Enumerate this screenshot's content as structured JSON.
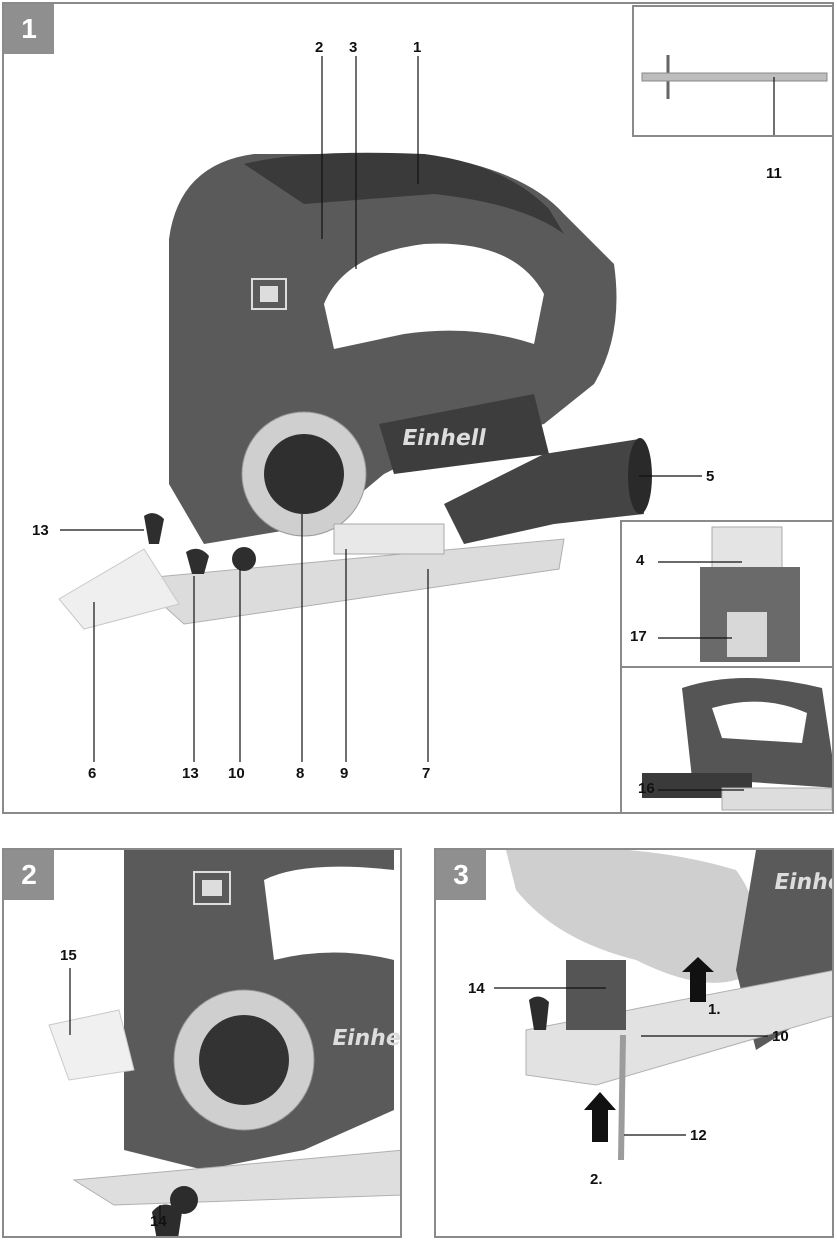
{
  "figure1": {
    "number": "1",
    "labels": {
      "l1": "1",
      "l2": "2",
      "l3": "3",
      "l4": "4",
      "l5": "5",
      "l6": "6",
      "l7": "7",
      "l8": "8",
      "l9": "9",
      "l10": "10",
      "l11": "11",
      "l13a": "13",
      "l13b": "13",
      "l16": "16",
      "l17": "17"
    },
    "brand_text": "Einhell"
  },
  "figure2": {
    "number": "2",
    "labels": {
      "l14": "14",
      "l15": "15"
    },
    "brand_text": "Einhe"
  },
  "figure3": {
    "number": "3",
    "labels": {
      "l14": "14",
      "l10": "10",
      "l12": "12",
      "step1": "1.",
      "step2": "2."
    },
    "brand_text": "Einhe"
  }
}
